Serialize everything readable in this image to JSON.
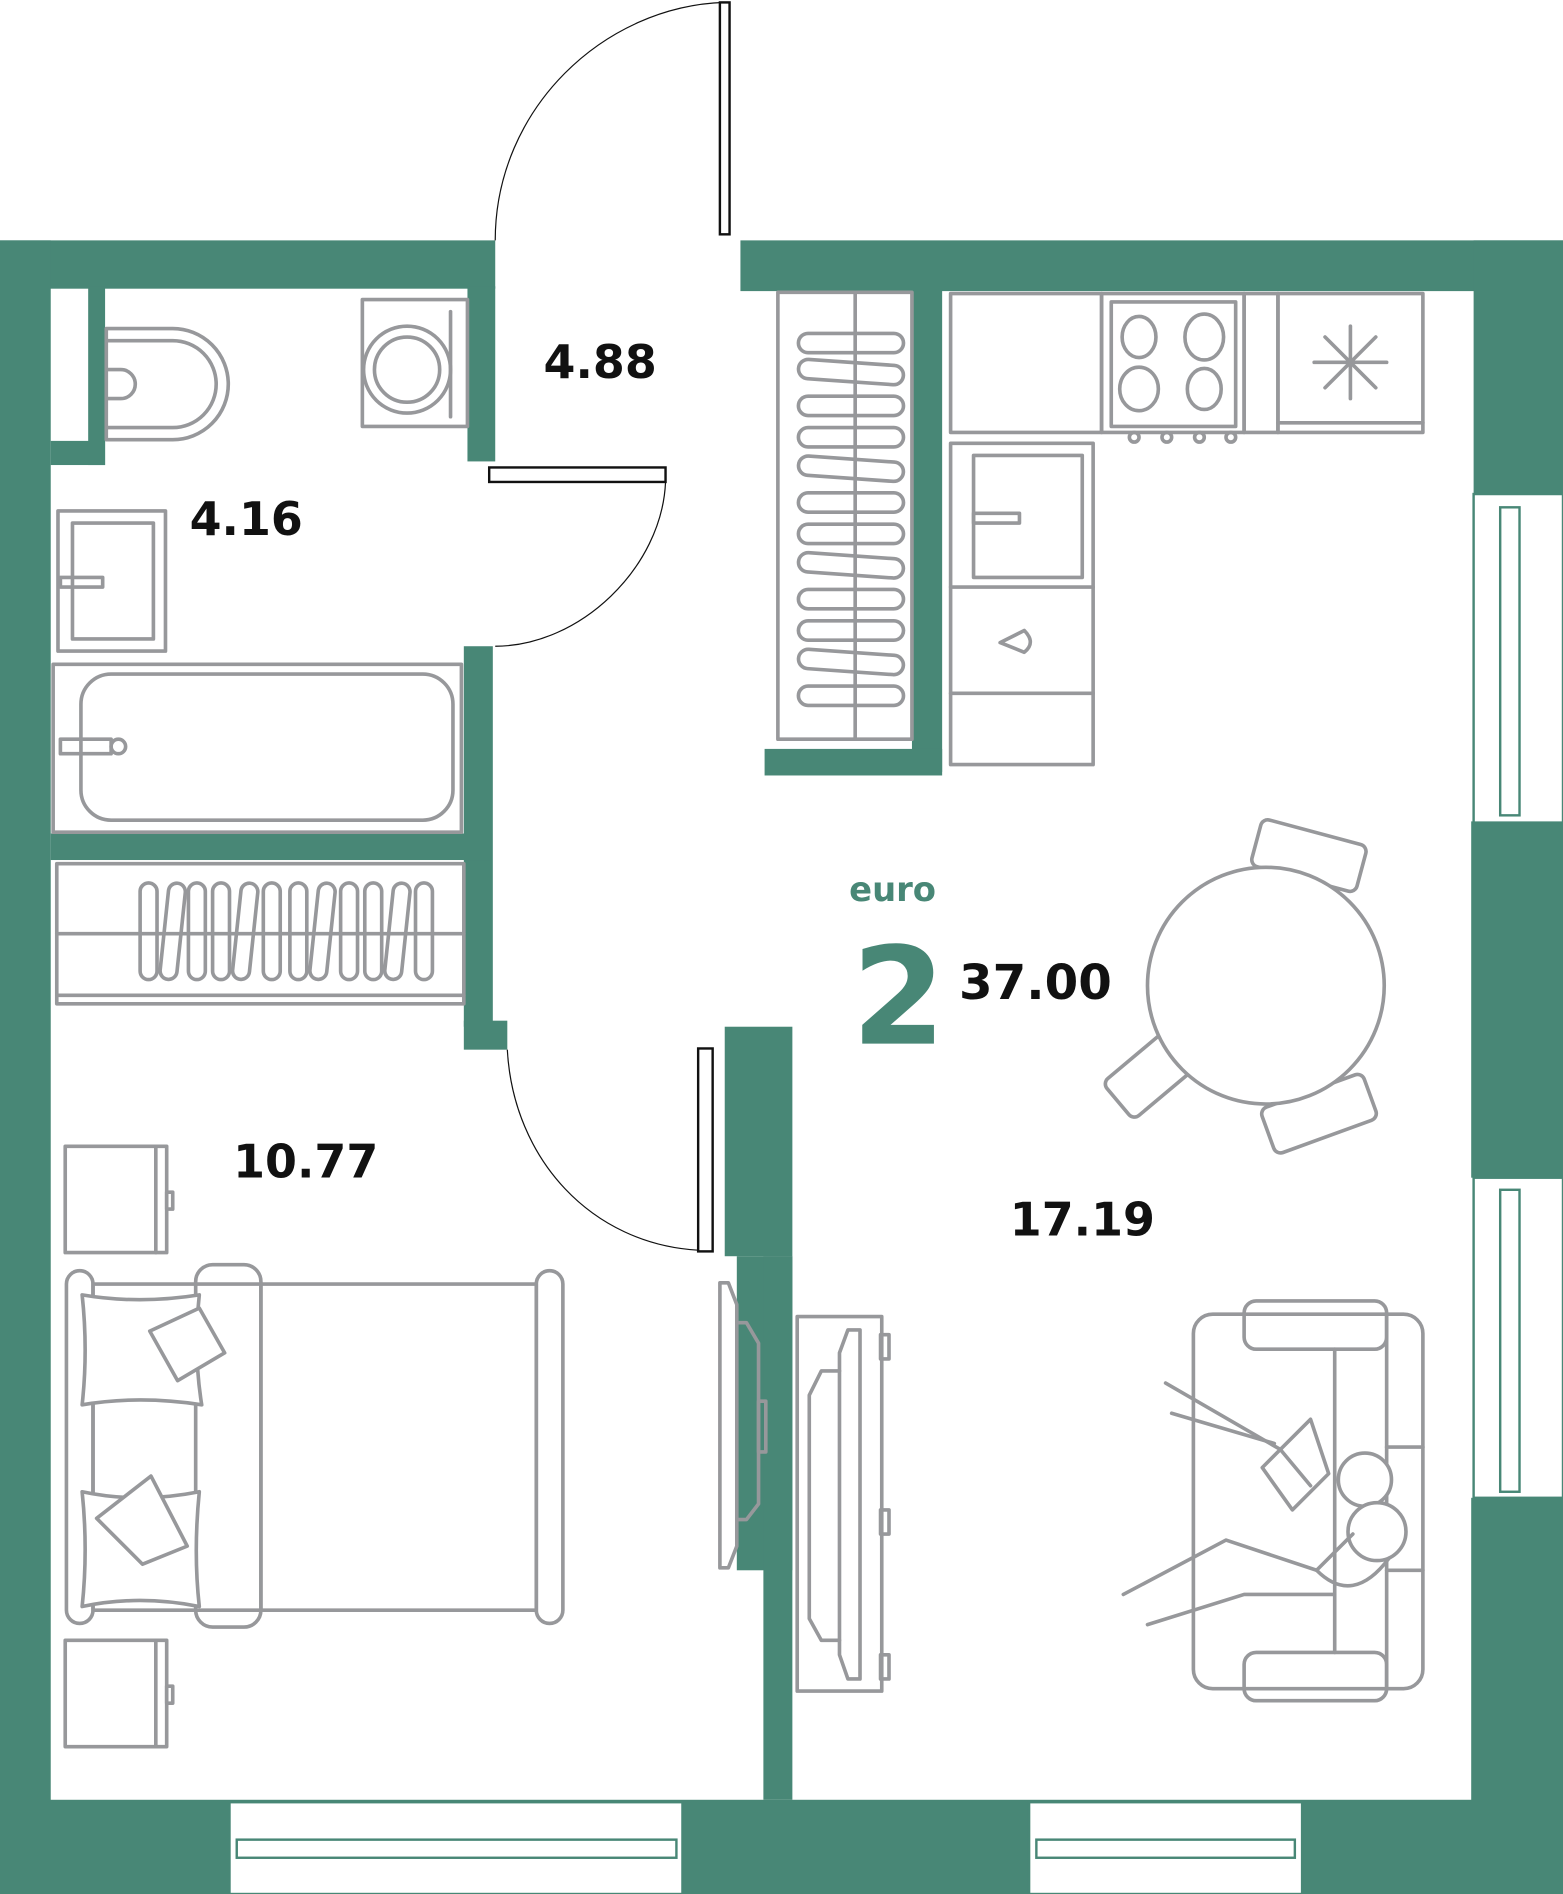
{
  "plan": {
    "apartment_type": "euro",
    "rooms_count": "2",
    "total_area": "37.00",
    "colors": {
      "wall": "#488776",
      "furniture": "#97989b",
      "text": "#111111"
    },
    "rooms": [
      {
        "name": "bathroom",
        "area": "4.16"
      },
      {
        "name": "hallway",
        "area": "4.88"
      },
      {
        "name": "bedroom",
        "area": "10.77"
      },
      {
        "name": "kitchen-living",
        "area": "17.19"
      }
    ],
    "icons": [
      "toilet-icon",
      "washing-machine-icon",
      "sink-icon",
      "bathtub-icon",
      "wardrobe-icon",
      "stove-icon",
      "freezer-snowflake-icon",
      "kitchen-sink-icon",
      "dining-table-icon",
      "sofa-icon",
      "people-icon",
      "bed-icon",
      "nightstand-icon",
      "tv-stand-icon",
      "door-icon",
      "window-icon"
    ]
  }
}
